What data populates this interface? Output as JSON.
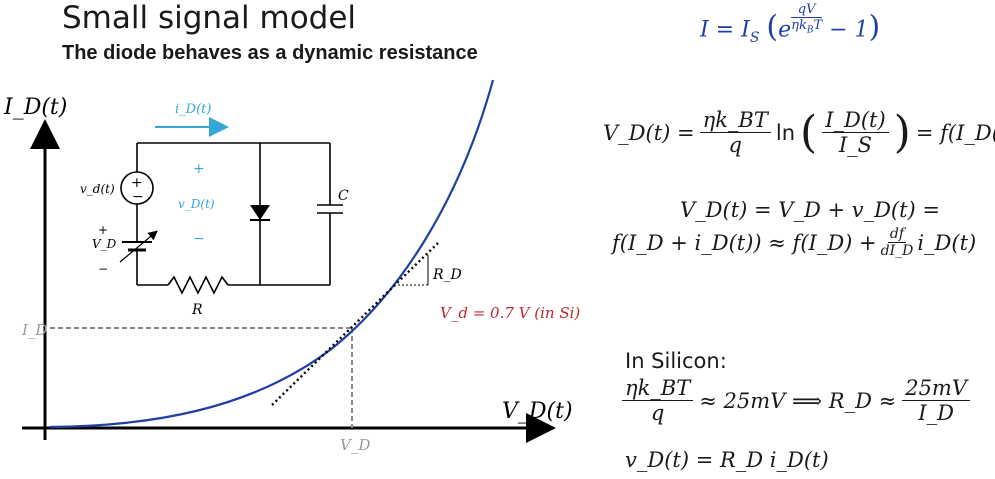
{
  "title": "Small signal model",
  "subtitle": "The diode behaves as a dynamic resistance",
  "equations": {
    "shockley": "I = I_S ( e^(qV / ηk_BT) − 1 )",
    "vd_lhs": "V_D(t) =",
    "vd_num": "ηk_BT",
    "vd_den": "q",
    "vd_ln": "ln",
    "vd_arg_num": "I_D(t)",
    "vd_arg_den": "I_S",
    "vd_rhs": "= f(I_D(t))",
    "lin_line1": "V_D(t) = V_D + v_D(t) =",
    "lin_line2_a": "f(I_D + i_D(t)) ≈ f(I_D) +",
    "lin_frac_num": "df",
    "lin_frac_den": "dI_D",
    "lin_line2_b": "i_D(t)"
  },
  "silicon": {
    "heading": "In Silicon:",
    "frac1_num": "ηk_BT",
    "frac1_den": "q",
    "approx1": "≈ 25mV ⟹ R_D ≈",
    "frac2_num": "25mV",
    "frac2_den": "I_D",
    "small_signal": "v_D(t) = R_D i_D(t)"
  },
  "plot": {
    "y_axis_label": "I_D(t)",
    "x_axis_label": "V_D(t)",
    "y_tick": "I_D",
    "x_tick": "V_D",
    "vd_annotation": "V_d = 0.7 V (in Si)",
    "rd_label": "R_D"
  },
  "circuit": {
    "current_label": "i_D(t)",
    "source_label": "v_d(t)",
    "dc_label": "V_D",
    "plus_sign": "+",
    "minus_sign": "−",
    "voltage_label": "v_D(t)",
    "capacitor_label": "C",
    "resistor_label": "R"
  },
  "colors": {
    "curve": "#1f3fa3",
    "annotation": "#c0272d",
    "current_arrow": "#33a7d8",
    "axes": "#000000"
  }
}
